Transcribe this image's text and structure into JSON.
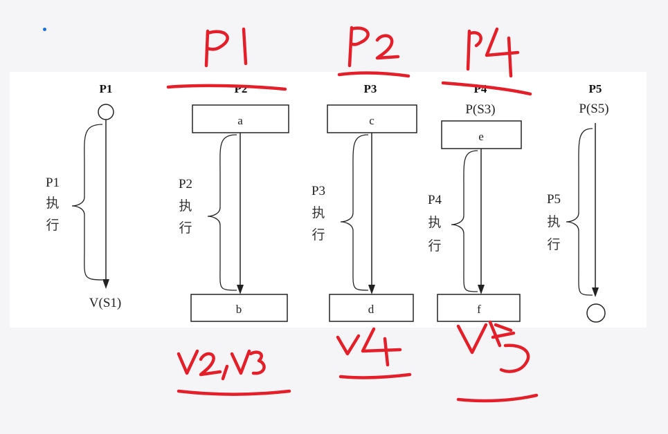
{
  "processes": [
    {
      "id": "p1",
      "header": "P1",
      "top_label": "",
      "box_top": "",
      "box_bottom": "",
      "bottom_label": "V(S1)",
      "side_label": [
        "P1",
        "执",
        "行"
      ]
    },
    {
      "id": "p2",
      "header": "P2",
      "top_label": "",
      "box_top": "a",
      "box_bottom": "b",
      "bottom_label": "",
      "side_label": [
        "P2",
        "执",
        "行"
      ]
    },
    {
      "id": "p3",
      "header": "P3",
      "top_label": "",
      "box_top": "c",
      "box_bottom": "d",
      "bottom_label": "",
      "side_label": [
        "P3",
        "执",
        "行"
      ]
    },
    {
      "id": "p4",
      "header": "P4",
      "top_label": "P(S3)",
      "box_top": "e",
      "box_bottom": "f",
      "bottom_label": "",
      "side_label": [
        "P4",
        "执",
        "行"
      ]
    },
    {
      "id": "p5",
      "header": "P5",
      "top_label": "P(S5)",
      "box_top": "",
      "box_bottom": "",
      "bottom_label": "",
      "side_label": [
        "P5",
        "执",
        "行"
      ]
    }
  ],
  "annotations": {
    "ink_color": "#e3202a"
  }
}
